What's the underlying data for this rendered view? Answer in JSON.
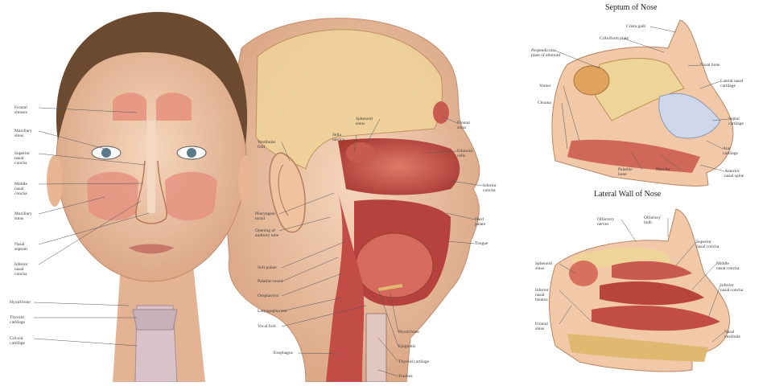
{
  "titles": {
    "septum": "Septum of Nose",
    "lateral": "Lateral Wall of Nose"
  },
  "labels": {
    "face": [
      "Frontal\nsinuses",
      "Maxillary\nsinus",
      "Superior\nnasal\nconcha",
      "Middle\nnasal\nconcha",
      "Maxillary\nsinus",
      "Nasal\nseptum",
      "Inferior\nnasal\nconcha",
      "Hyoid bone",
      "Thyroid\ncartilage",
      "Cricoid\ncartilage"
    ],
    "head": [
      "Sphenoid\nsinus",
      "Sella\nturcica",
      "Frontal\nsinus",
      "Ethmoid\ncells",
      "Vestibular\nfold",
      "Pharyngeal\ntonsil",
      "Inferior\nconcha",
      "Opening of\nauditory tube",
      "Hard\npalate",
      "Tongue",
      "Soft palate",
      "Palatine tonsil",
      "Oropharynx",
      "Laryngopharynx",
      "Vocal fold",
      "Hyoid bone",
      "Epiglottis",
      "Thyroid cartilage",
      "Esophagus",
      "Trachea"
    ],
    "septum": [
      "Crista galli",
      "Cribriform plate",
      "Perpendicular\nplate of ethmoid",
      "Vomer",
      "Choana",
      "Nasal bone",
      "Lateral nasal\ncartilage",
      "Septal\ncartilage",
      "Alar\ncartilage",
      "Palatine\nbone",
      "Maxilla",
      "Anterior\nnasal spine"
    ],
    "lateral": [
      "Olfactory\nnerves",
      "Olfactory\nbulb",
      "Superior\nnasal concha",
      "Middle\nnasal concha",
      "Inferior\nnasal concha",
      "Sphenoid\nsinus",
      "Inferior\nnasal\nmeatus",
      "Frontal\nsinus",
      "Nasal\nvestibule"
    ]
  },
  "colors": {
    "skin": "#f0c8a8",
    "skin_shadow": "#d89c7c",
    "hair": "#6b4a30",
    "sinus": "#e5907e",
    "flesh": "#c8504a",
    "bone": "#e8c27a",
    "cartilage": "#cfd8ea",
    "line": "#555555"
  }
}
